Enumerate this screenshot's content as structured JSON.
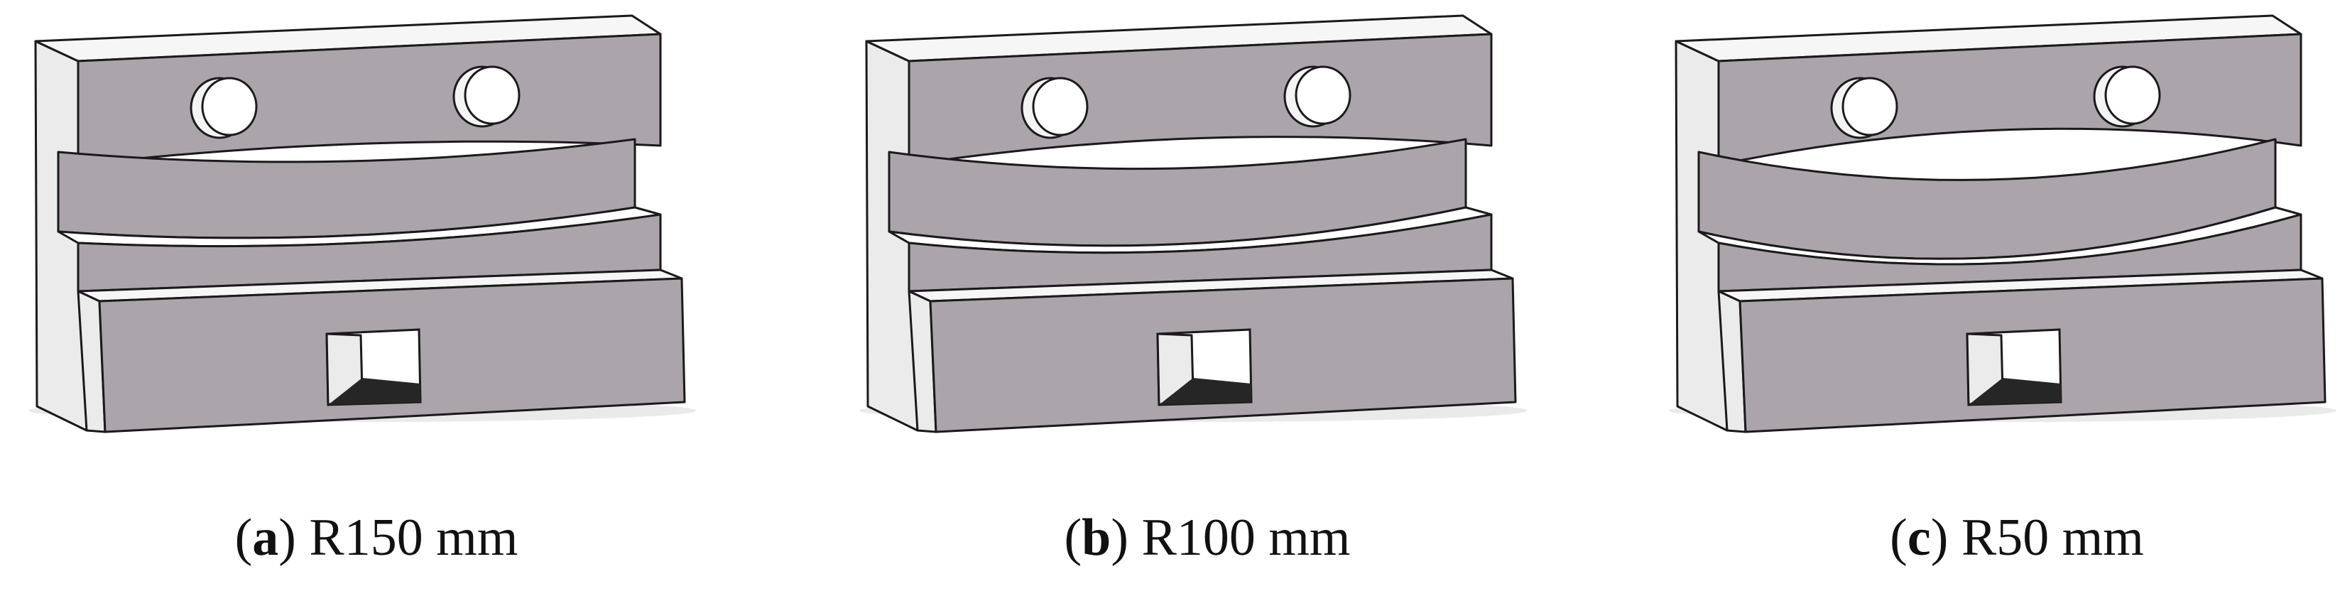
{
  "panels": [
    {
      "letter": "a",
      "paren_open": "(",
      "paren_close": ")",
      "label": " R150 mm",
      "curvature": 0.35
    },
    {
      "letter": "b",
      "paren_open": "(",
      "paren_close": ")",
      "label": " R100 mm",
      "curvature": 0.6
    },
    {
      "letter": "c",
      "paren_open": "(",
      "paren_close": ")",
      "label": " R50 mm",
      "curvature": 1.0
    }
  ],
  "colors": {
    "front_face": "#aba4ab",
    "side_face": "#ebebeb",
    "outline": "#1a1a1a"
  }
}
